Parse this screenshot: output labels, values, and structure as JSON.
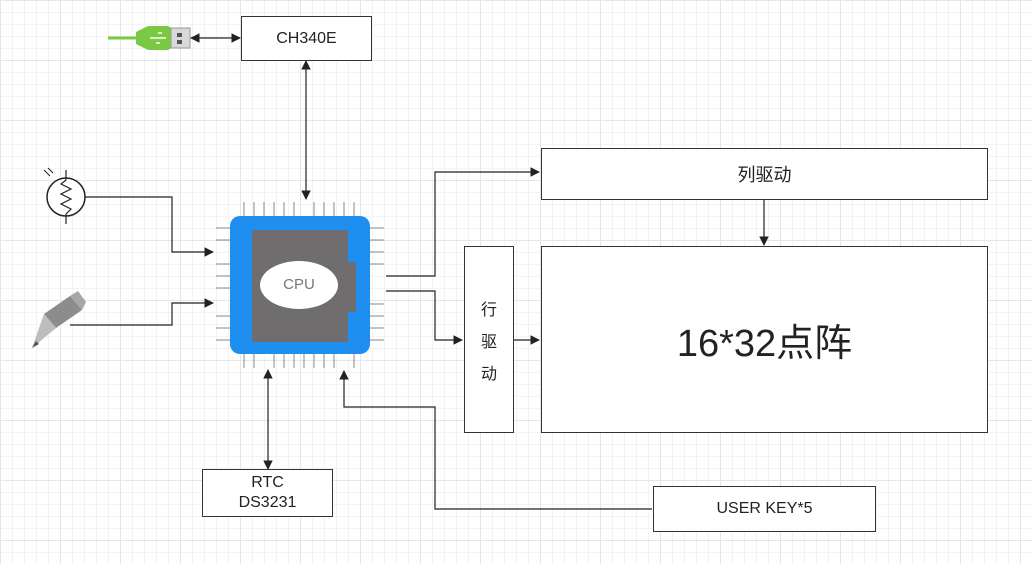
{
  "boxes": {
    "ch340": "CH340E",
    "cpu": "CPU",
    "col_driver": "列驱动",
    "row_driver": [
      "行",
      "驱",
      "动"
    ],
    "matrix": "16*32点阵",
    "rtc_line1": "RTC",
    "rtc_line2": "DS3231",
    "user_key": "USER KEY*5"
  },
  "colors": {
    "line": "#222222",
    "chip_blue": "#1e8ff0",
    "chip_body": "#6f6d6d",
    "usb_green": "#7ac943",
    "pencil_gray": "#8c8c8c"
  },
  "icons": [
    "usb-plug-icon",
    "photoresistor-icon",
    "pencil-icon",
    "cpu-chip-icon"
  ]
}
